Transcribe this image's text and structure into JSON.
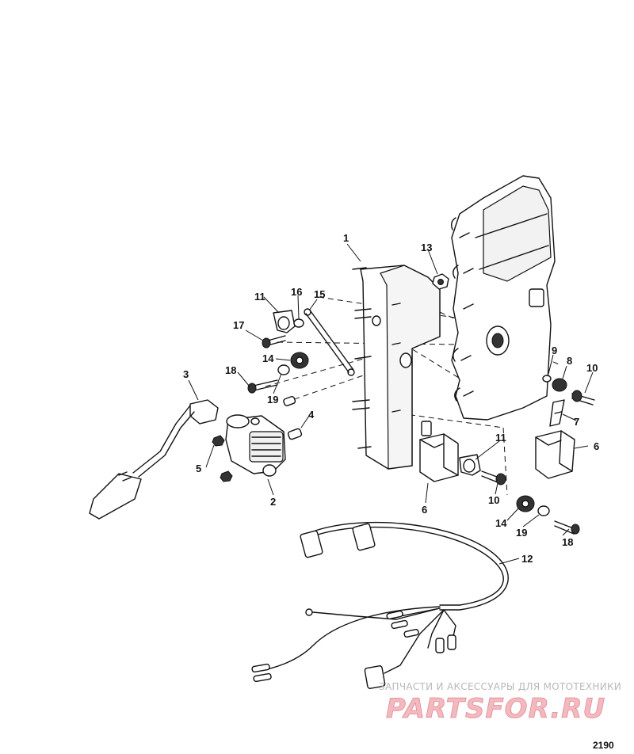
{
  "diagram": {
    "callouts": [
      "1",
      "2",
      "3",
      "4",
      "5",
      "6",
      "6",
      "7",
      "8",
      "9",
      "10",
      "10",
      "11",
      "11",
      "12",
      "13",
      "14",
      "14",
      "15",
      "16",
      "17",
      "18",
      "18",
      "19",
      "19"
    ],
    "figure_number": "2190"
  },
  "watermark": {
    "tagline": "ЗАПЧАСТИ И АКСЕССУАРЫ ДЛЯ МОТОТЕХНИКИ",
    "brand": "PARTSFOR.RU",
    "color": "#e58a95"
  }
}
